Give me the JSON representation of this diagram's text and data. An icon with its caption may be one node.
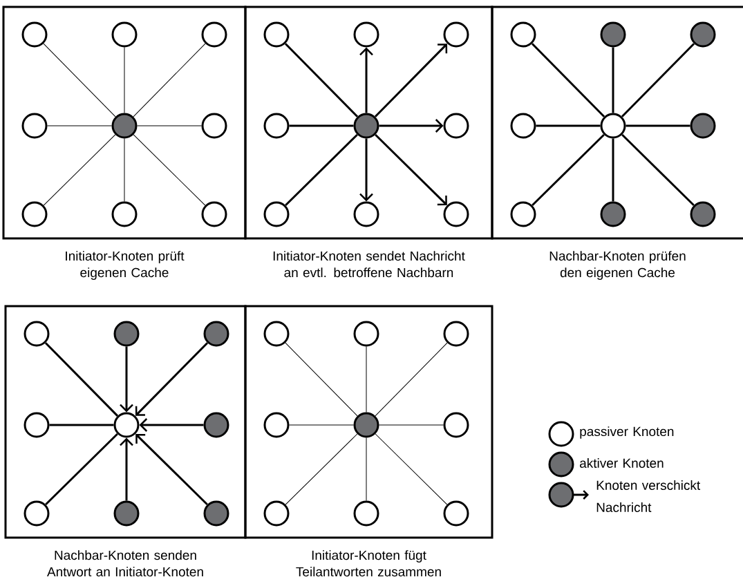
{
  "diagram": {
    "nodes": [
      {
        "text": [
          "Initiator-Knoten prüft eigenen Cache"
        ]
      },
      {
        "text": [],
        "shape": "circle",
        "in": 0
      },
      {
        "text": [],
        "shape": "circle",
        "in": 0
      },
      {
        "text": [],
        "shape": "circle",
        "in": 0
      },
      {
        "text": [],
        "shape": "circle",
        "in": 0
      },
      {
        "text": [],
        "shape": "circle",
        "in": 0
      },
      {
        "text": [],
        "shape": "circle",
        "in": 0
      },
      {
        "text": [],
        "shape": "circle",
        "in": 0
      },
      {
        "text": [],
        "shape": "circle",
        "in": 0
      },
      {
        "text": [],
        "shape": "circle",
        "in": 0
      },
      {
        "text": [
          "Initiator-Knoten sendet Nachricht an evtl. betroffene Nachbarn"
        ]
      },
      {
        "text": [],
        "shape": "circle",
        "in": 10
      },
      {
        "text": [],
        "shape": "circle",
        "in": 10
      },
      {
        "text": [],
        "shape": "circle",
        "in": 10
      },
      {
        "text": [],
        "shape": "circle",
        "in": 10
      },
      {
        "text": [],
        "shape": "circle",
        "in": 10
      },
      {
        "text": [],
        "shape": "circle",
        "in": 10
      },
      {
        "text": [],
        "shape": "circle",
        "in": 10
      },
      {
        "text": [],
        "shape": "circle",
        "in": 10
      },
      {
        "text": [],
        "shape": "circle",
        "in": 10
      },
      {
        "text": [
          "Nachbar-Knoten prüfen den eigenen Cache"
        ]
      },
      {
        "text": [],
        "shape": "circle",
        "in": 20
      },
      {
        "text": [],
        "shape": "circle",
        "in": 20
      },
      {
        "text": [],
        "shape": "circle",
        "in": 20
      },
      {
        "text": [],
        "shape": "circle",
        "in": 20
      },
      {
        "text": [],
        "shape": "circle",
        "in": 20
      },
      {
        "text": [],
        "shape": "circle",
        "in": 20
      },
      {
        "text": [],
        "shape": "circle",
        "in": 20
      },
      {
        "text": [],
        "shape": "circle",
        "in": 20
      },
      {
        "text": [],
        "shape": "circle",
        "in": 20
      },
      {
        "text": [
          "Nachbar-Knoten senden Antwort an Initiator-Knoten"
        ]
      },
      {
        "text": [],
        "shape": "circle",
        "in": 30
      },
      {
        "text": [],
        "shape": "circle",
        "in": 30
      },
      {
        "text": [],
        "shape": "circle",
        "in": 30
      },
      {
        "text": [],
        "shape": "circle",
        "in": 30
      },
      {
        "text": [],
        "shape": "circle",
        "in": 30
      },
      {
        "text": [],
        "shape": "circle",
        "in": 30
      },
      {
        "text": [],
        "shape": "circle",
        "in": 30
      },
      {
        "text": [],
        "shape": "circle",
        "in": 30
      },
      {
        "text": [],
        "shape": "circle",
        "in": 30
      },
      {
        "text": [
          "Initiator-Knoten fügt Teilantworten zusammen"
        ]
      },
      {
        "text": [],
        "shape": "circle",
        "in": 40
      },
      {
        "text": [],
        "shape": "circle",
        "in": 40
      },
      {
        "text": [],
        "shape": "circle",
        "in": 40
      },
      {
        "text": [],
        "shape": "circle",
        "in": 40
      },
      {
        "text": [],
        "shape": "circle",
        "in": 40
      },
      {
        "text": [],
        "shape": "circle",
        "in": 40
      },
      {
        "text": [],
        "shape": "circle",
        "in": 40
      },
      {
        "text": [],
        "shape": "circle",
        "in": 40
      },
      {
        "text": [],
        "shape": "circle",
        "in": 40
      }
    ],
    "edges": [
      {
        "from": 5,
        "to": 1,
        "arrow": "none"
      },
      {
        "from": 5,
        "to": 2,
        "arrow": "none"
      },
      {
        "from": 5,
        "to": 3,
        "arrow": "none"
      },
      {
        "from": 5,
        "to": 4,
        "arrow": "none"
      },
      {
        "from": 5,
        "to": 6,
        "arrow": "none"
      },
      {
        "from": 5,
        "to": 7,
        "arrow": "none"
      },
      {
        "from": 5,
        "to": 8,
        "arrow": "none"
      },
      {
        "from": 5,
        "to": 9,
        "arrow": "none"
      },
      {
        "from": 15,
        "to": 11,
        "arrow": "none"
      },
      {
        "from": 15,
        "to": 12,
        "arrow": "to"
      },
      {
        "from": 15,
        "to": 13,
        "arrow": "to"
      },
      {
        "from": 15,
        "to": 14,
        "arrow": "none"
      },
      {
        "from": 15,
        "to": 16,
        "arrow": "to"
      },
      {
        "from": 15,
        "to": 17,
        "arrow": "none"
      },
      {
        "from": 15,
        "to": 18,
        "arrow": "to"
      },
      {
        "from": 15,
        "to": 19,
        "arrow": "to"
      },
      {
        "from": 25,
        "to": 21,
        "arrow": "none"
      },
      {
        "from": 25,
        "to": 22,
        "arrow": "none"
      },
      {
        "from": 25,
        "to": 23,
        "arrow": "none"
      },
      {
        "from": 25,
        "to": 24,
        "arrow": "none"
      },
      {
        "from": 25,
        "to": 26,
        "arrow": "none"
      },
      {
        "from": 25,
        "to": 27,
        "arrow": "none"
      },
      {
        "from": 25,
        "to": 28,
        "arrow": "none"
      },
      {
        "from": 25,
        "to": 29,
        "arrow": "none"
      },
      {
        "from": 31,
        "to": 35,
        "arrow": "none"
      },
      {
        "from": 32,
        "to": 35,
        "arrow": "to"
      },
      {
        "from": 33,
        "to": 35,
        "arrow": "to"
      },
      {
        "from": 34,
        "to": 35,
        "arrow": "none"
      },
      {
        "from": 36,
        "to": 35,
        "arrow": "to"
      },
      {
        "from": 37,
        "to": 35,
        "arrow": "none"
      },
      {
        "from": 38,
        "to": 35,
        "arrow": "to"
      },
      {
        "from": 39,
        "to": 35,
        "arrow": "to"
      },
      {
        "from": 45,
        "to": 41,
        "arrow": "none"
      },
      {
        "from": 45,
        "to": 42,
        "arrow": "none"
      },
      {
        "from": 45,
        "to": 43,
        "arrow": "none"
      },
      {
        "from": 45,
        "to": 44,
        "arrow": "none"
      },
      {
        "from": 45,
        "to": 46,
        "arrow": "none"
      },
      {
        "from": 45,
        "to": 47,
        "arrow": "none"
      },
      {
        "from": 45,
        "to": 48,
        "arrow": "none"
      },
      {
        "from": 45,
        "to": 49,
        "arrow": "none"
      }
    ],
    "legend": [
      {
        "text": "passiver Knoten"
      },
      {
        "text": "aktiver Knoten"
      },
      {
        "text": "Knoten verschickt Nachricht"
      }
    ]
  }
}
